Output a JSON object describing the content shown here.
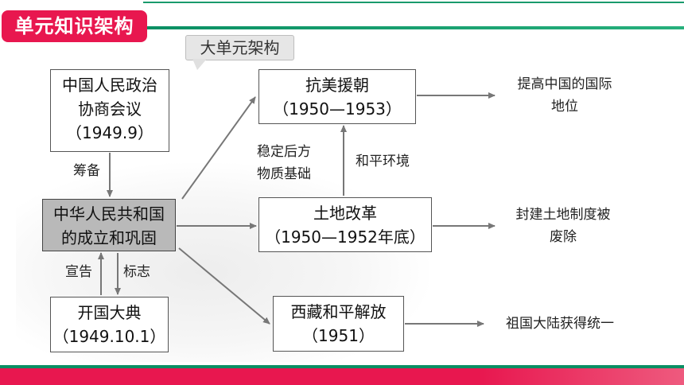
{
  "header": {
    "unit_title": "单元知识架构",
    "callout": "大单元架构"
  },
  "nodes": {
    "cppcc": {
      "line1": "中国人民政治",
      "line2": "协商会议",
      "line3": "（1949.9）"
    },
    "prc": {
      "line1": "中华人民共和国",
      "line2": "的成立和巩固"
    },
    "ceremony": {
      "line1": "开国大典",
      "line2": "（1949.10.1）"
    },
    "korea": {
      "line1": "抗美援朝",
      "line2": "（1950—1953）"
    },
    "land": {
      "line1": "土地改革",
      "line2": "（1950—1952年底）"
    },
    "tibet": {
      "line1": "西藏和平解放",
      "line2": "（1951）"
    }
  },
  "edge_labels": {
    "prepare": "筹备",
    "announce": "宣告",
    "symbol": "标志",
    "stability_1": "稳定后方",
    "stability_2": "物质基础",
    "peace_env": "和平环境"
  },
  "results": {
    "korea": {
      "line1": "提高中国的国际",
      "line2": "地位"
    },
    "land": {
      "line1": "封建土地制度被",
      "line2": "废除"
    },
    "tibet": {
      "line1": "祖国大陆获得统一"
    }
  },
  "colors": {
    "accent_red": "#e8174f",
    "accent_green": "#0a8f63",
    "highlight_box": "#b9b9b9"
  }
}
